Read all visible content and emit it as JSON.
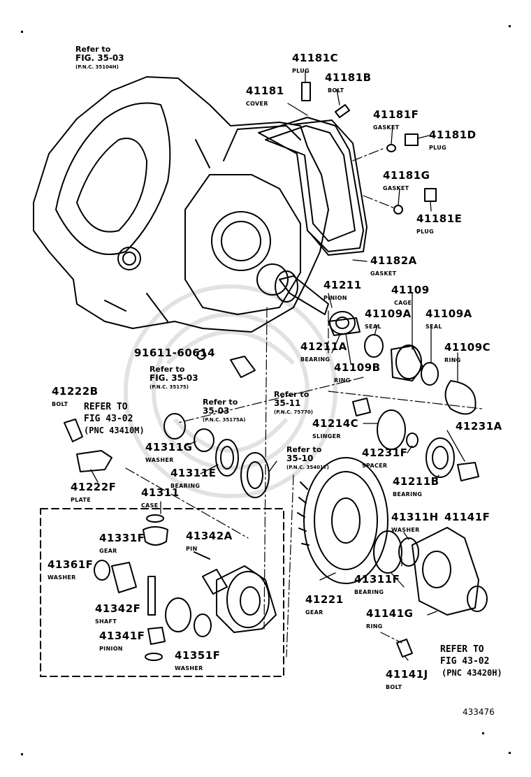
{
  "diagram": {
    "figure_code": "433476",
    "watermark": "medallion-watermark",
    "parts": [
      {
        "number": "41181C",
        "name": "PLUG"
      },
      {
        "number": "41181B",
        "name": "BOLT"
      },
      {
        "number": "41181",
        "name": "COVER"
      },
      {
        "number": "41181F",
        "name": "GASKET"
      },
      {
        "number": "41181D",
        "name": "PLUG"
      },
      {
        "number": "41181G",
        "name": "GASKET"
      },
      {
        "number": "41181E",
        "name": "PLUG"
      },
      {
        "number": "41182A",
        "name": "GASKET"
      },
      {
        "number": "41211",
        "name": "PINION"
      },
      {
        "number": "41109",
        "name": "CAGE"
      },
      {
        "number": "41109A",
        "name": "SEAL"
      },
      {
        "number": "41109A",
        "name": "SEAL"
      },
      {
        "number": "41211A",
        "name": "BEARING"
      },
      {
        "number": "41109B",
        "name": "RING"
      },
      {
        "number": "41109C",
        "name": "RING"
      },
      {
        "number": "91611-60614",
        "name": ""
      },
      {
        "number": "41222B",
        "name": "BOLT"
      },
      {
        "number": "41214C",
        "name": "SLINGER"
      },
      {
        "number": "41231A",
        "name": ""
      },
      {
        "number": "41311G",
        "name": "WASHER"
      },
      {
        "number": "41231F",
        "name": "SPACER"
      },
      {
        "number": "41211B",
        "name": "BEARING"
      },
      {
        "number": "41311E",
        "name": "BEARING"
      },
      {
        "number": "41222F",
        "name": "PLATE"
      },
      {
        "number": "41311",
        "name": "CASE"
      },
      {
        "number": "41331F",
        "name": "GEAR"
      },
      {
        "number": "41342A",
        "name": "PIN"
      },
      {
        "number": "41361F",
        "name": "WASHER"
      },
      {
        "number": "41342F",
        "name": "SHAFT"
      },
      {
        "number": "41341F",
        "name": "PINION"
      },
      {
        "number": "41351F",
        "name": "WASHER"
      },
      {
        "number": "41221",
        "name": "GEAR"
      },
      {
        "number": "41311H",
        "name": "WASHER"
      },
      {
        "number": "41141F",
        "name": ""
      },
      {
        "number": "41311F",
        "name": "BEARING"
      },
      {
        "number": "41141G",
        "name": "RING"
      },
      {
        "number": "41141J",
        "name": "BOLT"
      }
    ],
    "references": [
      {
        "text": "Refer to",
        "fig": "FIG. 35-03",
        "pnc": "(P.N.C. 35104H)"
      },
      {
        "text": "Refer to",
        "fig": "FIG. 35-03",
        "pnc": "(P.N.C. 35175)"
      },
      {
        "text": "Refer to",
        "fig": "35-03",
        "pnc": "(P.N.C. 35175A)"
      },
      {
        "text": "Refer to",
        "fig": "35-11",
        "pnc": "(P.N.C. 75770)"
      },
      {
        "text": "Refer to",
        "fig": "35-10",
        "pnc": "(P.N.C. 35401T)"
      }
    ],
    "refer_blocks": [
      {
        "line1": "REFER TO",
        "line2": "FIG 43-02",
        "line3": "(PNC 43410M)"
      },
      {
        "line1": "REFER TO",
        "line2": "FIG 43-02",
        "line3": "(PNC 43420H)"
      }
    ]
  }
}
